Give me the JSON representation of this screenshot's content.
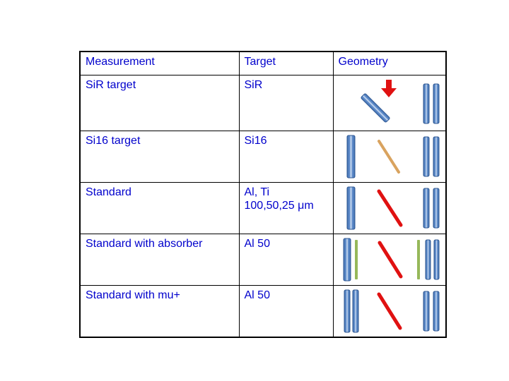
{
  "table": {
    "headers": [
      "Measurement",
      "Target",
      "Geometry"
    ],
    "rows": [
      {
        "measurement": "SiR target",
        "target": "SiR"
      },
      {
        "measurement": "Si16 target",
        "target": "Si16"
      },
      {
        "measurement": "Standard",
        "target": "Al, Ti\n100,50,25 μm"
      },
      {
        "measurement": "Standard with absorber",
        "target": "Al 50"
      },
      {
        "measurement": "Standard with mu+",
        "target": "Al 50"
      }
    ]
  },
  "geometry_icons": {
    "sir": [
      "beam-down-arrow-icon",
      "tilted-target-bar-icon",
      "detector-bar-icon",
      "detector-bar-icon"
    ],
    "si16": [
      "target-bar-icon",
      "tilted-foil-line-icon",
      "detector-bar-icon",
      "detector-bar-icon"
    ],
    "standard": [
      "target-bar-icon",
      "tilted-foil-line-icon",
      "detector-bar-icon",
      "detector-bar-icon"
    ],
    "absorber": [
      "target-bar-icon",
      "absorber-bar-icon",
      "tilted-foil-line-icon",
      "absorber-bar-icon",
      "detector-bar-icon",
      "detector-bar-icon"
    ],
    "mu": [
      "target-bar-icon",
      "target-bar-icon",
      "tilted-foil-line-icon",
      "detector-bar-icon",
      "detector-bar-icon"
    ]
  },
  "colors": {
    "text_blue": "#0000CC",
    "table_border": "#000000",
    "bar_dark": "#3C6DB0",
    "bar_mid": "#6D97D1",
    "bar_light": "#EAF1FA",
    "bar_stroke": "#2F5791",
    "beam_red": "#E01111",
    "foil_tan": "#D9A35F",
    "absorber_green": "#96B85A"
  }
}
